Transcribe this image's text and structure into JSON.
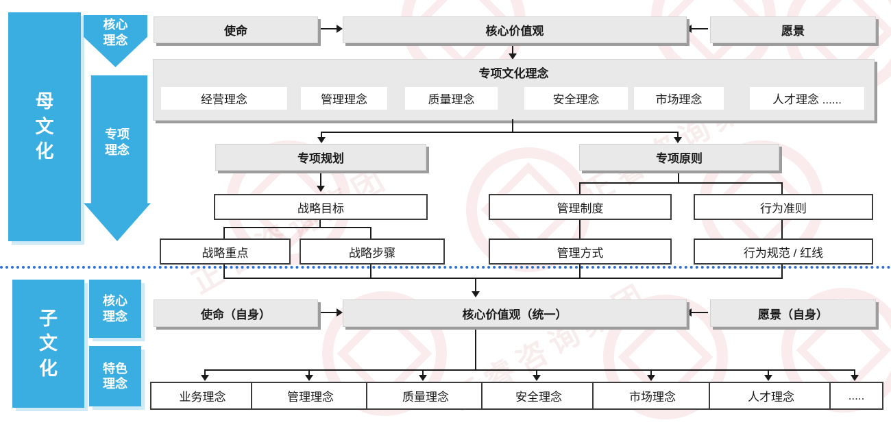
{
  "palette": {
    "blue": "#3BAEE1",
    "box_grey": "#E9E9E9",
    "box_shadow": "#9C9C9C",
    "line": "#1A1A1A",
    "divider_blue": "#2E6FD6",
    "watermark_red": "#C5232C"
  },
  "left_rail": {
    "parent_label": "母\n文\n化",
    "core_arrow_label": "核心\n理念",
    "special_arrow_label": "专项\n理念",
    "child_label": "子\n文\n化",
    "child_core_label": "核心\n理念",
    "child_feature_label": "特色\n理念"
  },
  "parent_section": {
    "mission": "使命",
    "core_values": "核心价值观",
    "vision": "愿景",
    "special_container": {
      "title": "专项文化理念",
      "items": [
        "经营理念",
        "管理理念",
        "质量理念",
        "安全理念",
        "市场理念",
        "人才理念  ......"
      ]
    },
    "planning": "专项规划",
    "principles": "专项原则",
    "strategy_goal": "战略目标",
    "strategy_focus": "战略重点",
    "strategy_steps": "战略步骤",
    "mgmt_system": "管理制度",
    "mgmt_method": "管理方式",
    "conduct_code": "行为准则",
    "conduct_norms": "行为规范 / 红线"
  },
  "child_section": {
    "mission": "使命（自身）",
    "core_values": "核心价值观（统一）",
    "vision": "愿景（自身）",
    "items": [
      "业务理念",
      "管理理念",
      "质量理念",
      "安全理念",
      "市场理念",
      "人才理念",
      "....."
    ]
  },
  "watermark": {
    "text": "正睿咨询集团"
  }
}
